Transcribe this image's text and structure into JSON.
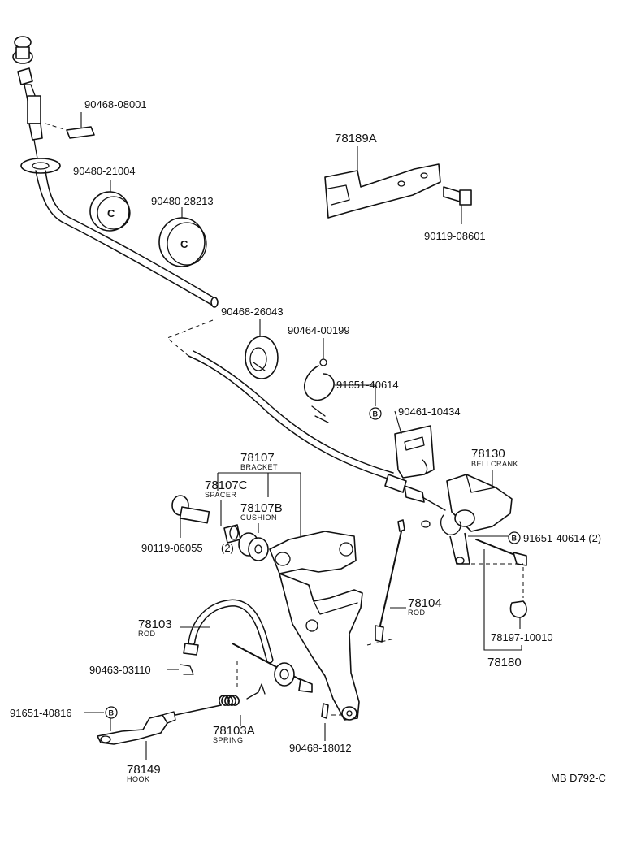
{
  "reference": "MB D792-C",
  "labels": {
    "p90468_08001": "90468-08001",
    "p90480_21004": "90480-21004",
    "p90480_28213": "90480-28213",
    "p78189A": "78189A",
    "p90119_08601": "90119-08601",
    "p90468_26043": "90468-26043",
    "p90464_00199": "90464-00199",
    "p91651_40614": "91651-40614",
    "p90461_10434": "90461-10434",
    "p78107": "78107",
    "p78107_sub": "BRACKET",
    "p78107C": "78107C",
    "p78107C_sub": "SPACER",
    "p78107B": "78107B",
    "p78107B_sub": "CUSHION",
    "p78130": "78130",
    "p78130_sub": "BELLCRANK",
    "p91651_40614_2": "91651-40614 (2)",
    "p90119_06055": "90119-06055",
    "qty_2": "(2)",
    "p78104": "78104",
    "p78104_sub": "ROD",
    "p78103": "78103",
    "p78103_sub": "ROD",
    "p78197_10010": "78197-10010",
    "p78180": "78180",
    "p90463_03110": "90463-03110",
    "p91651_40816": "91651-40816",
    "p78103A": "78103A",
    "p78103A_sub": "SPRING",
    "p90468_18012": "90468-18012",
    "p78149": "78149",
    "p78149_sub": "HOOK"
  },
  "badges": {
    "b1": "B",
    "b2": "B",
    "b3": "B"
  },
  "grommet_mark": "C"
}
